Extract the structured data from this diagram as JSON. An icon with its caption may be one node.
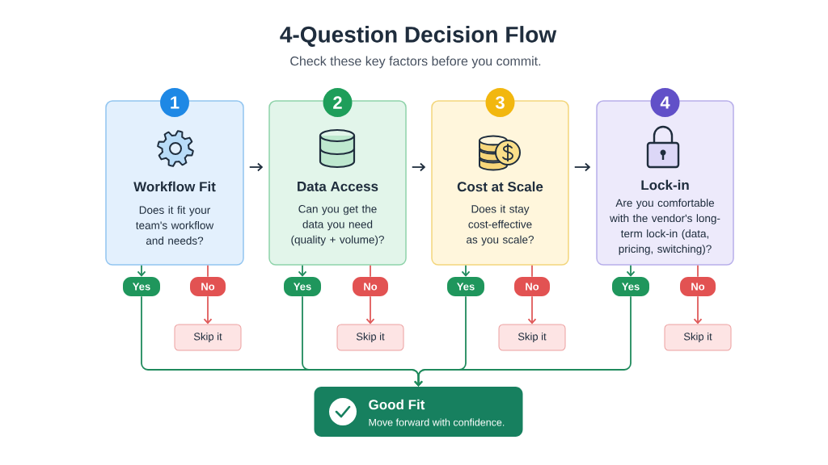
{
  "diagram": {
    "title": "4-Question Decision Flow",
    "nodes": [
      {
        "text": [
          "1",
          "Workflow Fit",
          "Does it fit your team's workflow and needs?"
        ]
      },
      {
        "text": [
          "2",
          "Data Access",
          "Can you get the data you need (quality + volume)?"
        ]
      },
      {
        "text": [
          "3",
          "Cost at Scale",
          "Does it stay cost-effective as you scale?"
        ]
      },
      {
        "text": [
          "4",
          "Lock-in",
          "Are you comfortable with the vendor's long-term lock-in (data, pricing, switching)?"
        ]
      },
      {
        "text": [
          "Yes"
        ]
      },
      {
        "text": [
          "Yes"
        ]
      },
      {
        "text": [
          "Yes"
        ]
      },
      {
        "text": [
          "Yes"
        ]
      },
      {
        "text": [
          "No"
        ]
      },
      {
        "text": [
          "No"
        ]
      },
      {
        "text": [
          "No"
        ]
      },
      {
        "text": [
          "No"
        ]
      },
      {
        "text": [
          "Skip it"
        ]
      },
      {
        "text": [
          "Skip it"
        ]
      },
      {
        "text": [
          "Skip it"
        ]
      },
      {
        "text": [
          "Skip it"
        ]
      },
      {
        "text": [
          "Good Fit",
          "Move forward with confidence."
        ]
      }
    ],
    "edges": [
      {
        "from": 0,
        "to": 1,
        "arrow": "to",
        "color": "#1f2d3d"
      },
      {
        "from": 1,
        "to": 2,
        "arrow": "to",
        "color": "#1f2d3d"
      },
      {
        "from": 2,
        "to": 3,
        "arrow": "to",
        "color": "#1f2d3d"
      },
      {
        "from": 0,
        "to": 4,
        "arrow": "to",
        "color": "#1f8a5c"
      },
      {
        "from": 1,
        "to": 5,
        "arrow": "to",
        "color": "#1f8a5c"
      },
      {
        "from": 2,
        "to": 6,
        "arrow": "to",
        "color": "#1f8a5c"
      },
      {
        "from": 3,
        "to": 7,
        "arrow": "to",
        "color": "#1f8a5c"
      },
      {
        "from": 0,
        "to": 8,
        "arrow": "none",
        "color": "#e05a5a"
      },
      {
        "from": 1,
        "to": 9,
        "arrow": "none",
        "color": "#e05a5a"
      },
      {
        "from": 2,
        "to": 10,
        "arrow": "none",
        "color": "#e05a5a"
      },
      {
        "from": 3,
        "to": 11,
        "arrow": "none",
        "color": "#e05a5a"
      },
      {
        "from": 8,
        "to": 12,
        "arrow": "to",
        "color": "#e05a5a"
      },
      {
        "from": 9,
        "to": 13,
        "arrow": "to",
        "color": "#e05a5a"
      },
      {
        "from": 10,
        "to": 14,
        "arrow": "to",
        "color": "#e05a5a"
      },
      {
        "from": 11,
        "to": 15,
        "arrow": "to",
        "color": "#e05a5a"
      },
      {
        "from": 4,
        "to": 16,
        "arrow": "to",
        "color": "#1f8a5c"
      },
      {
        "from": 5,
        "to": 16,
        "arrow": "to",
        "color": "#1f8a5c"
      },
      {
        "from": 6,
        "to": 16,
        "arrow": "to",
        "color": "#1f8a5c"
      },
      {
        "from": 7,
        "to": 16,
        "arrow": "to",
        "color": "#1f8a5c"
      }
    ],
    "labels": [
      "Check these key factors before you commit."
    ]
  }
}
